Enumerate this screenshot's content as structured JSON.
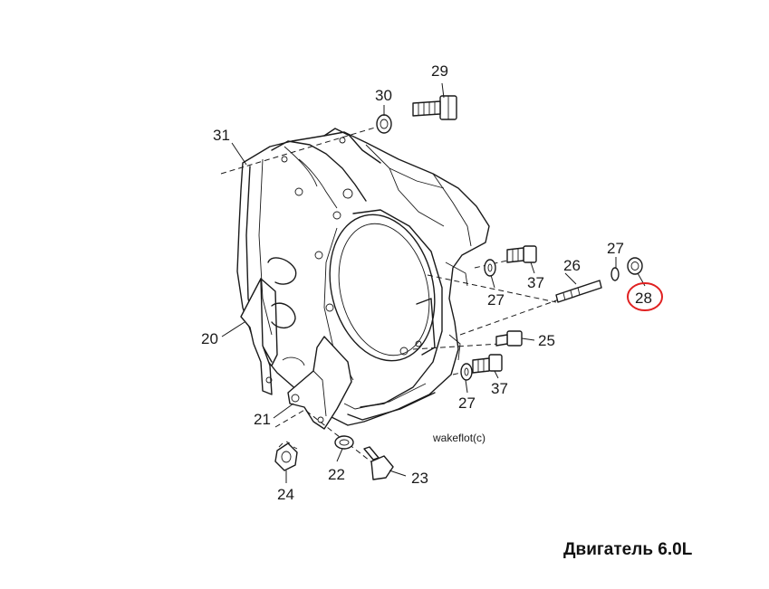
{
  "caption": "Двигатель 6.0L",
  "watermark": "wakeflot(c)",
  "highlight_color": "#e02020",
  "highlighted_part": "28",
  "callouts": {
    "c20": "20",
    "c21": "21",
    "c22": "22",
    "c23": "23",
    "c24": "24",
    "c25": "25",
    "c26": "26",
    "c27a": "27",
    "c27b": "27",
    "c27c": "27",
    "c28": "28",
    "c29": "29",
    "c30": "30",
    "c31": "31",
    "c37a": "37",
    "c37b": "37"
  }
}
